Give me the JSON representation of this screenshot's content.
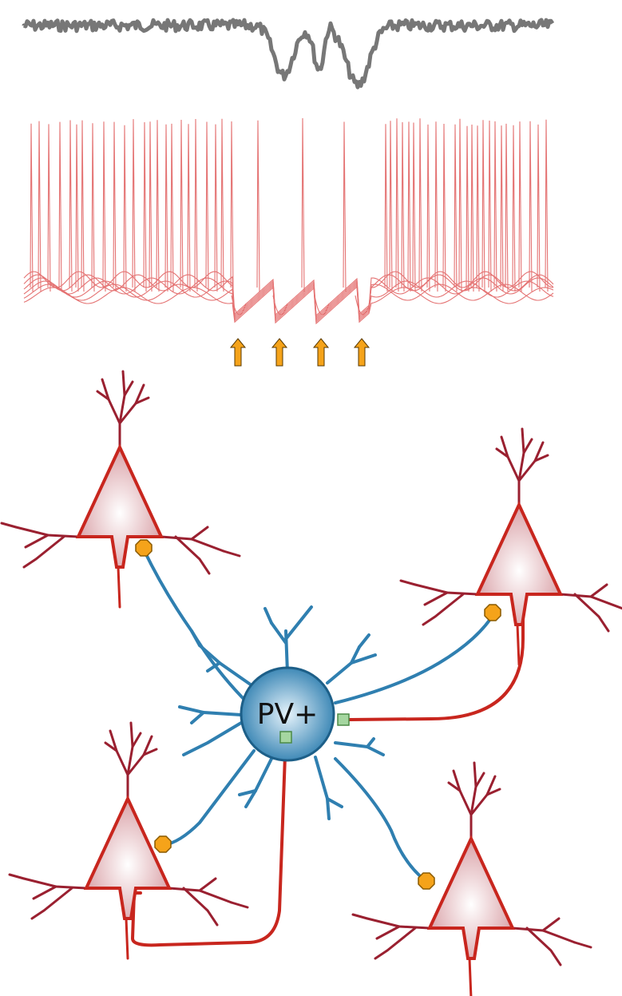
{
  "interneuron": {
    "label": "PV+",
    "colors": {
      "dendrite": "#2f7fb0",
      "soma_light": "#e6f3fb",
      "soma_dark": "#2f7fb0",
      "synapse": "#a5d6a0"
    }
  },
  "pyramidal_cells": {
    "count": 4,
    "colors": {
      "outline": "#c8261e",
      "soma_light": "#ffffff",
      "soma_dark": "#d9a0a6",
      "dendrite_dark": "#8e1f2e",
      "synapse": "#f5a31a"
    }
  },
  "traces": {
    "lfp_color": "#777777",
    "spike_color": "#e05a5a",
    "inhibition_markers": 4,
    "marker_color": "#f5a31a"
  }
}
